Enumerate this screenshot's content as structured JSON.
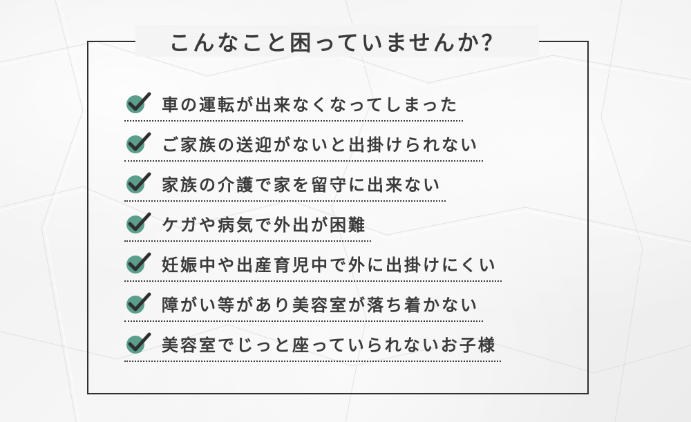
{
  "title": "こんなこと困っていませんか？",
  "items": [
    {
      "text": "車の運転が出来なくなってしまった"
    },
    {
      "text": "ご家族の送迎がないと出掛けられない"
    },
    {
      "text": "家族の介護で家を留守に出来ない"
    },
    {
      "text": "ケガや病気で外出が困難"
    },
    {
      "text": "妊娠中や出産育児中で外に出掛けにくい"
    },
    {
      "text": "障がい等があり美容室が落ち着かない"
    },
    {
      "text": "美容室でじっと座っていられないお子様"
    }
  ],
  "colors": {
    "check_circle": "#5a9e8b",
    "check_mark": "#2f2f2f",
    "frame": "#2f2f2f",
    "text": "#3b3b3b"
  }
}
